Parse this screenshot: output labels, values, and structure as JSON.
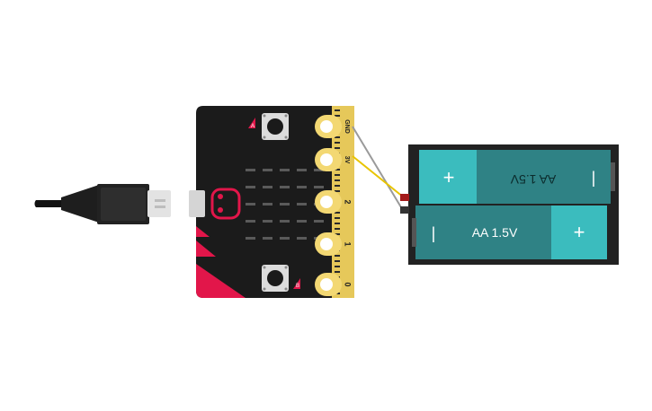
{
  "microbit": {
    "pins": [
      "GND",
      "3V",
      "2",
      "1",
      "0"
    ],
    "button_a_label": "A",
    "button_b_label": "B"
  },
  "battery_pack": {
    "top_cell": {
      "label": "AA 1.5V",
      "positive": "+",
      "negative": "|"
    },
    "bottom_cell": {
      "label": "AA 1.5V",
      "positive": "+",
      "negative": "|"
    }
  },
  "colors": {
    "board": "#1b1b1b",
    "pcb_edge": "#e6c85a",
    "pin_pad": "#f3d873",
    "accent_red": "#e2164a",
    "battery_body": "#2f8285",
    "battery_cap": "#3bbcbe",
    "wire_yellow": "#e8c400",
    "wire_gray": "#9a9a9a"
  }
}
